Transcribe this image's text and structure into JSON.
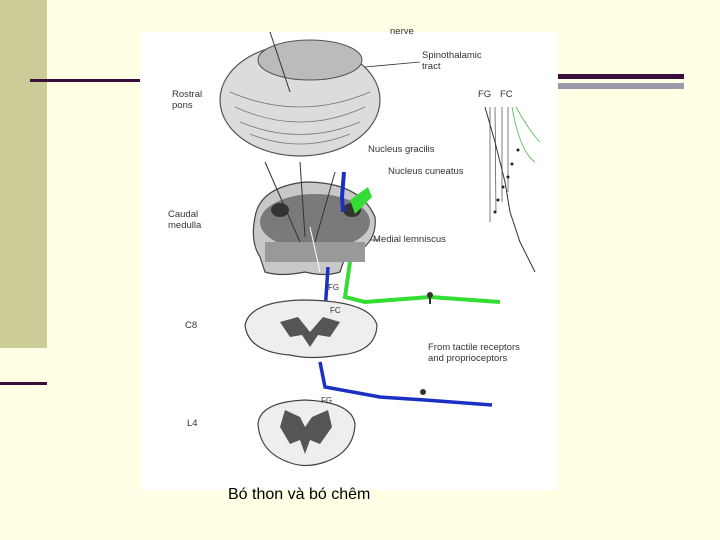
{
  "slide": {
    "caption": "Bó thon và bó chêm",
    "accent_colors": {
      "sidebar": "#cccc99",
      "rule": "#3a0d3a",
      "pathway_blue": "#1a2fc4",
      "pathway_green": "#33dd33"
    }
  },
  "diagram": {
    "labels": {
      "nerve": "nerve",
      "spinothalamic_tract": "Spinothalamic\ntract",
      "rostral_pons": "Rostral\npons",
      "fg": "FG",
      "fc": "FC",
      "nucleus_gracilis": "Nucleus gracilis",
      "nucleus_cuneatus": "Nucleus cuneatus",
      "caudal_medulla": "Caudal\nmedulla",
      "medial_lemniscus": "Medial lemniscus",
      "fg_c8": "FG",
      "fc_c8": "FC",
      "c8": "C8",
      "receptors": "From tactile receptors\nand proprioceptors",
      "fg_l4": "FG",
      "l4": "L4"
    }
  }
}
